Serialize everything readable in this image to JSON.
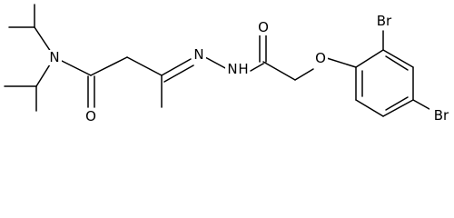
{
  "molecule": {
    "atoms": {
      "N_amide": "N",
      "O_amide": "O",
      "N_imine": "N",
      "N_hydrazide": "N",
      "H_hydrazide": "H",
      "O_carbonyl": "O",
      "O_ether": "O",
      "Br_ortho": "Br",
      "Br_para": "Br"
    }
  }
}
